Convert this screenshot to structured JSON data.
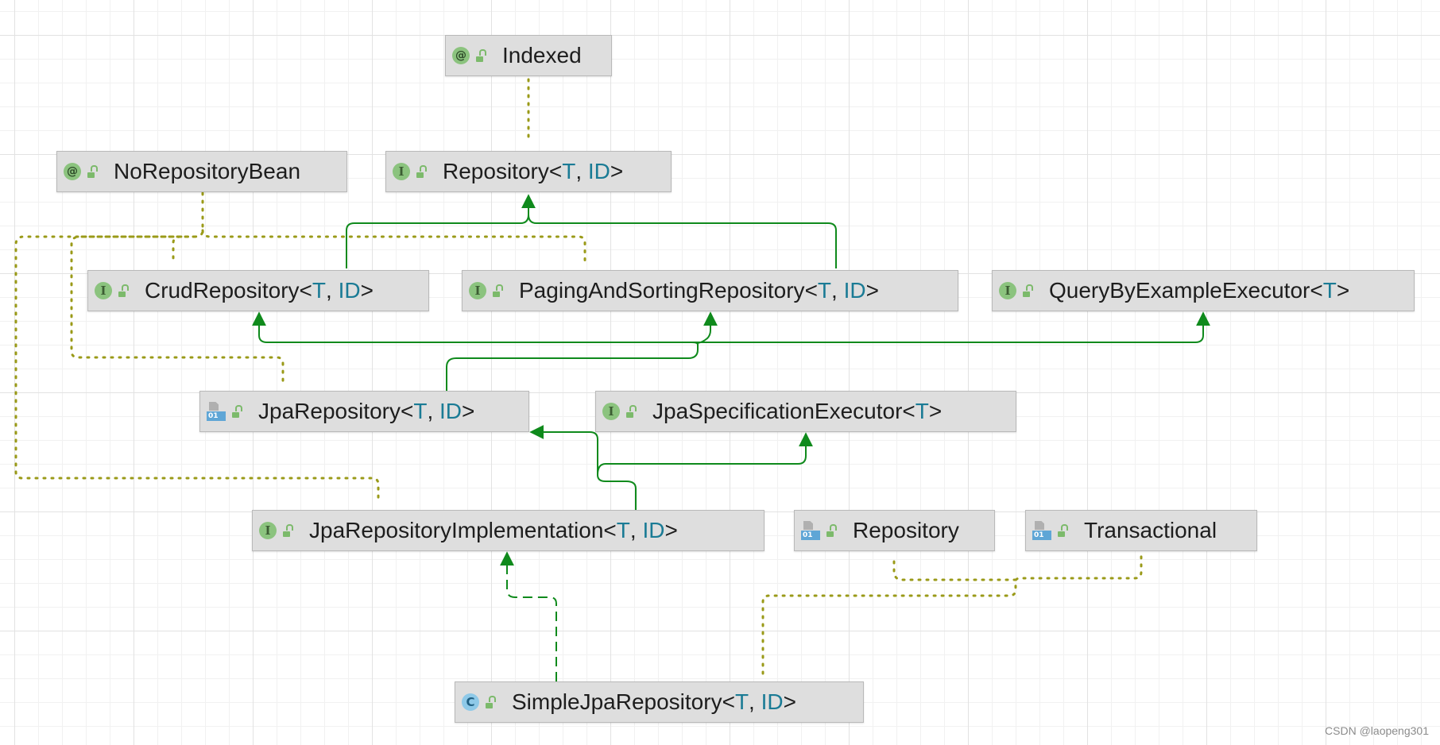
{
  "colors": {
    "generic_param": "#1a7b95",
    "extends_edge": "#0f8a1c",
    "annotation_edge": "#9a9a18",
    "node_fill": "#dedede"
  },
  "nodes": {
    "indexed": {
      "kind": "annotation",
      "name": "Indexed",
      "params": []
    },
    "no_repository_bean": {
      "kind": "annotation",
      "name": "NoRepositoryBean",
      "params": []
    },
    "repository_generic": {
      "kind": "interface",
      "name": "Repository",
      "params": [
        "T",
        "ID"
      ]
    },
    "crud_repository": {
      "kind": "interface",
      "name": "CrudRepository",
      "params": [
        "T",
        "ID"
      ]
    },
    "paging_sorting_repository": {
      "kind": "interface",
      "name": "PagingAndSortingRepository",
      "params": [
        "T",
        "ID"
      ]
    },
    "query_by_example_executor": {
      "kind": "interface",
      "name": "QueryByExampleExecutor",
      "params": [
        "T"
      ]
    },
    "jpa_repository": {
      "kind": "library-interface",
      "name": "JpaRepository",
      "params": [
        "T",
        "ID"
      ]
    },
    "jpa_specification_executor": {
      "kind": "interface",
      "name": "JpaSpecificationExecutor",
      "params": [
        "T"
      ]
    },
    "jpa_repository_implementation": {
      "kind": "interface",
      "name": "JpaRepositoryImplementation",
      "params": [
        "T",
        "ID"
      ]
    },
    "repository_annotation": {
      "kind": "library-annotation",
      "name": "Repository",
      "params": []
    },
    "transactional": {
      "kind": "library-annotation",
      "name": "Transactional",
      "params": []
    },
    "simple_jpa_repository": {
      "kind": "class",
      "name": "SimpleJpaRepository",
      "params": [
        "T",
        "ID"
      ]
    }
  },
  "kind_glyphs": {
    "annotation": "@",
    "interface": "I",
    "class": "C",
    "library_badge": "01"
  },
  "edges": [
    {
      "from": "repository_generic",
      "to": "indexed",
      "type": "annotated"
    },
    {
      "from": "crud_repository",
      "to": "repository_generic",
      "type": "extends"
    },
    {
      "from": "paging_sorting_repository",
      "to": "repository_generic",
      "type": "extends"
    },
    {
      "from": "crud_repository",
      "to": "no_repository_bean",
      "type": "annotated"
    },
    {
      "from": "paging_sorting_repository",
      "to": "no_repository_bean",
      "type": "annotated"
    },
    {
      "from": "jpa_repository",
      "to": "no_repository_bean",
      "type": "annotated"
    },
    {
      "from": "jpa_repository_implementation",
      "to": "no_repository_bean",
      "type": "annotated"
    },
    {
      "from": "jpa_repository",
      "to": "crud_repository",
      "type": "extends"
    },
    {
      "from": "jpa_repository",
      "to": "paging_sorting_repository",
      "type": "extends"
    },
    {
      "from": "jpa_repository",
      "to": "query_by_example_executor",
      "type": "extends"
    },
    {
      "from": "jpa_repository_implementation",
      "to": "jpa_repository",
      "type": "extends"
    },
    {
      "from": "jpa_repository_implementation",
      "to": "jpa_specification_executor",
      "type": "extends"
    },
    {
      "from": "simple_jpa_repository",
      "to": "jpa_repository_implementation",
      "type": "implements"
    },
    {
      "from": "simple_jpa_repository",
      "to": "repository_annotation",
      "type": "annotated"
    },
    {
      "from": "simple_jpa_repository",
      "to": "transactional",
      "type": "annotated"
    }
  ],
  "watermark": "CSDN @laopeng301"
}
